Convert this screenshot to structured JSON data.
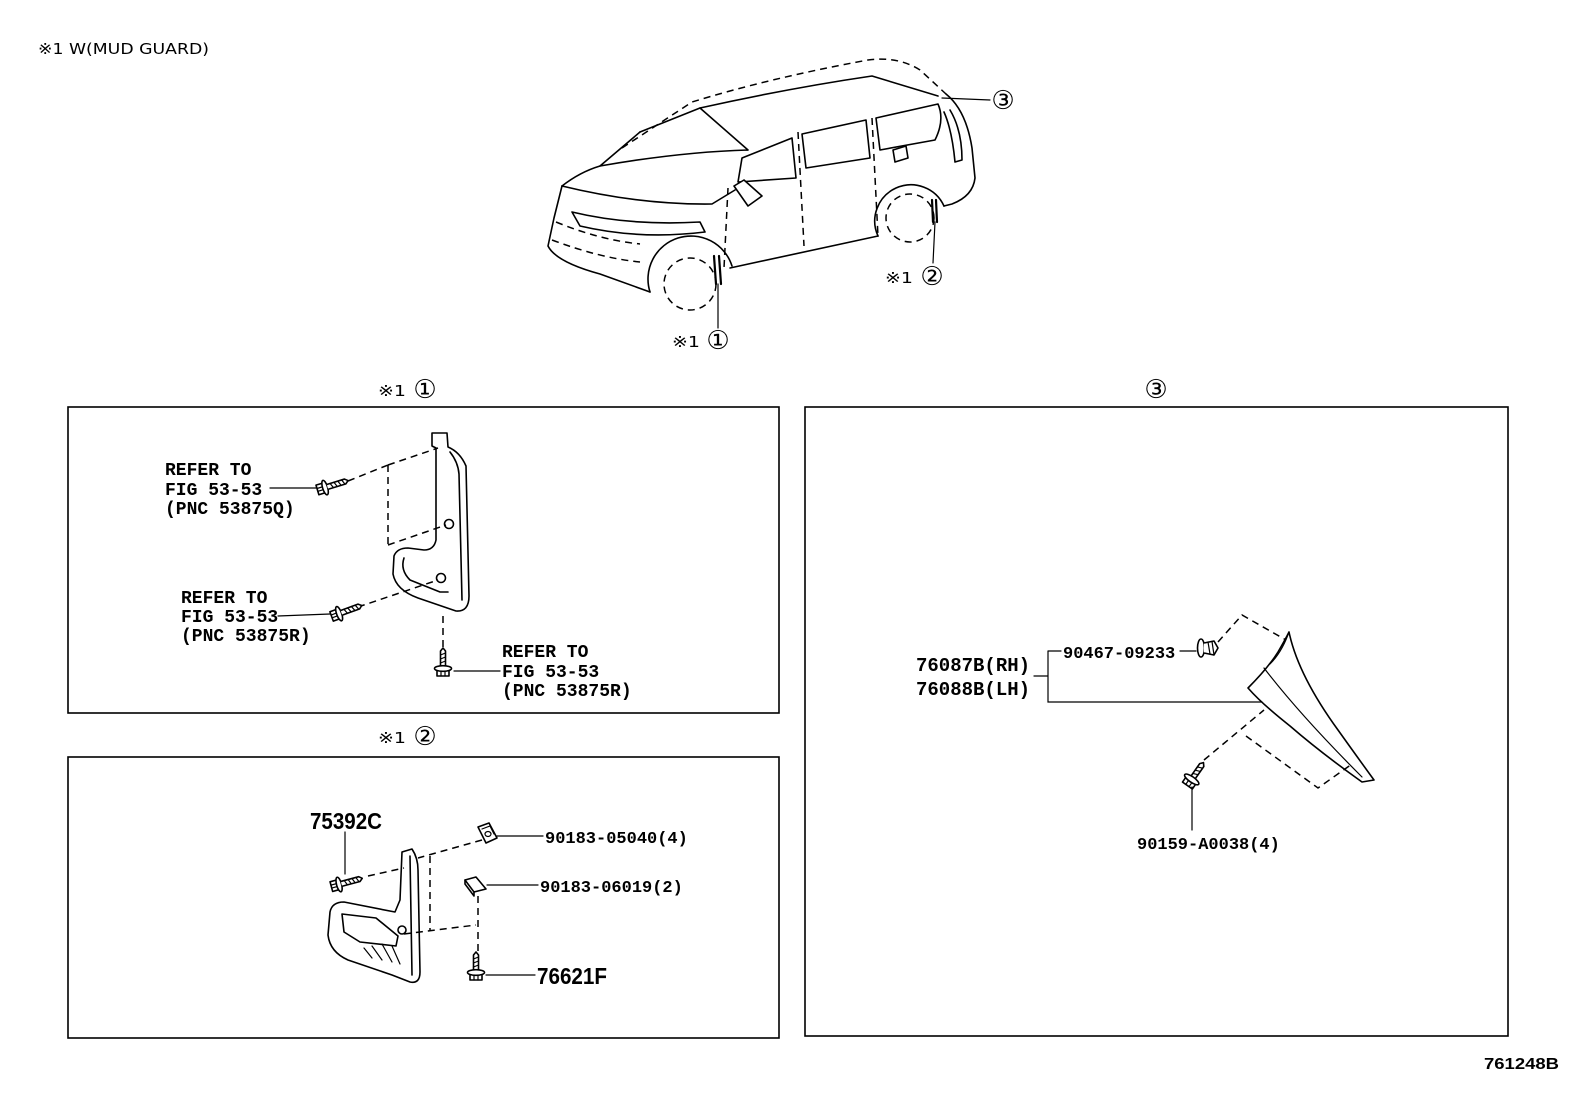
{
  "note": "※1 W(MUD GUARD)",
  "overview": {
    "callout_top": "③",
    "callout_rear_prefix": "※1",
    "callout_rear": "②",
    "callout_front_prefix": "※1",
    "callout_front": "①"
  },
  "front_panel": {
    "title_prefix": "※1",
    "title_mark": "①",
    "refs": [
      {
        "line1": "REFER TO",
        "line2": "FIG 53-53",
        "line3": "(PNC 53875Q)"
      },
      {
        "line1": "REFER TO",
        "line2": "FIG 53-53",
        "line3": "(PNC 53875R)"
      },
      {
        "line1": "REFER TO",
        "line2": "FIG 53-53",
        "line3": "(PNC 53875R)"
      }
    ]
  },
  "rear_panel": {
    "title_prefix": "※1",
    "title_mark": "②",
    "part_mudguard_screw": "75392C",
    "part_nut_clip": "90183-05040(4)",
    "part_j_nut": "90183-06019(2)",
    "part_screw": "76621F"
  },
  "spoiler_panel": {
    "title_mark": "③",
    "part_rh": "76087B(RH)",
    "part_lh": "76088B(LH)",
    "part_clip": "90467-09233",
    "part_screw": "90159-A0038(4)"
  },
  "figure_id": "761248B"
}
